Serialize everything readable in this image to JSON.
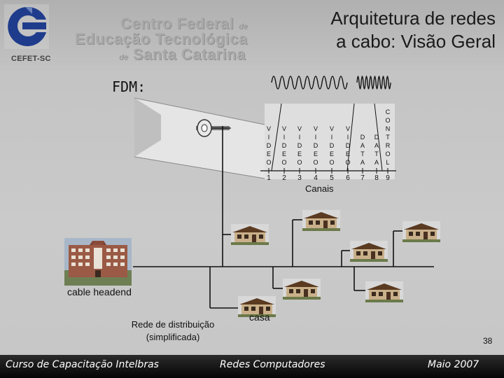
{
  "header": {
    "title_line1": "Arquitetura de redes",
    "title_line2": "a cabo: Visão Geral",
    "logo_label": "CEFET-SC",
    "institution_line1": "Centro Federal",
    "institution_line1_small": "de",
    "institution_line2": "Educação Tecnológica",
    "institution_line3_small": "de",
    "institution_line3": "Santa Catarina"
  },
  "diagram": {
    "fdm_label": "FDM:",
    "channels": [
      {
        "letters": [
          "V",
          "I",
          "D",
          "E",
          "O"
        ],
        "number": "1"
      },
      {
        "letters": [
          "V",
          "I",
          "D",
          "E",
          "O"
        ],
        "number": "2"
      },
      {
        "letters": [
          "V",
          "I",
          "D",
          "E",
          "O"
        ],
        "number": "3"
      },
      {
        "letters": [
          "V",
          "I",
          "D",
          "E",
          "O"
        ],
        "number": "4"
      },
      {
        "letters": [
          "V",
          "I",
          "D",
          "E",
          "O"
        ],
        "number": "5"
      },
      {
        "letters": [
          "V",
          "I",
          "D",
          "E",
          "O"
        ],
        "number": "6"
      },
      {
        "letters": [
          "D",
          "A",
          "T",
          "A"
        ],
        "number": "7"
      },
      {
        "letters": [
          "D",
          "A",
          "T",
          "A"
        ],
        "number": "8"
      },
      {
        "letters": [
          "C",
          "O",
          "N",
          "T",
          "R",
          "O",
          "L"
        ],
        "number": "9"
      }
    ],
    "channels_caption": "Canais",
    "headend_label": "cable headend",
    "distribution_label_line1": "Rede de distribuição",
    "distribution_label_line2": "(simplificada)",
    "home_label": "casa"
  },
  "page_number": "38",
  "footer": {
    "left": "Curso de Capacitação Intelbras",
    "center": "Redes Computadores",
    "right": "Maio 2007"
  },
  "colors": {
    "footer_bg": "#0a0a0a",
    "logo_blue": "#1f3c8c",
    "house_roof": "#5a3a20",
    "house_wall": "#c9b08a"
  }
}
